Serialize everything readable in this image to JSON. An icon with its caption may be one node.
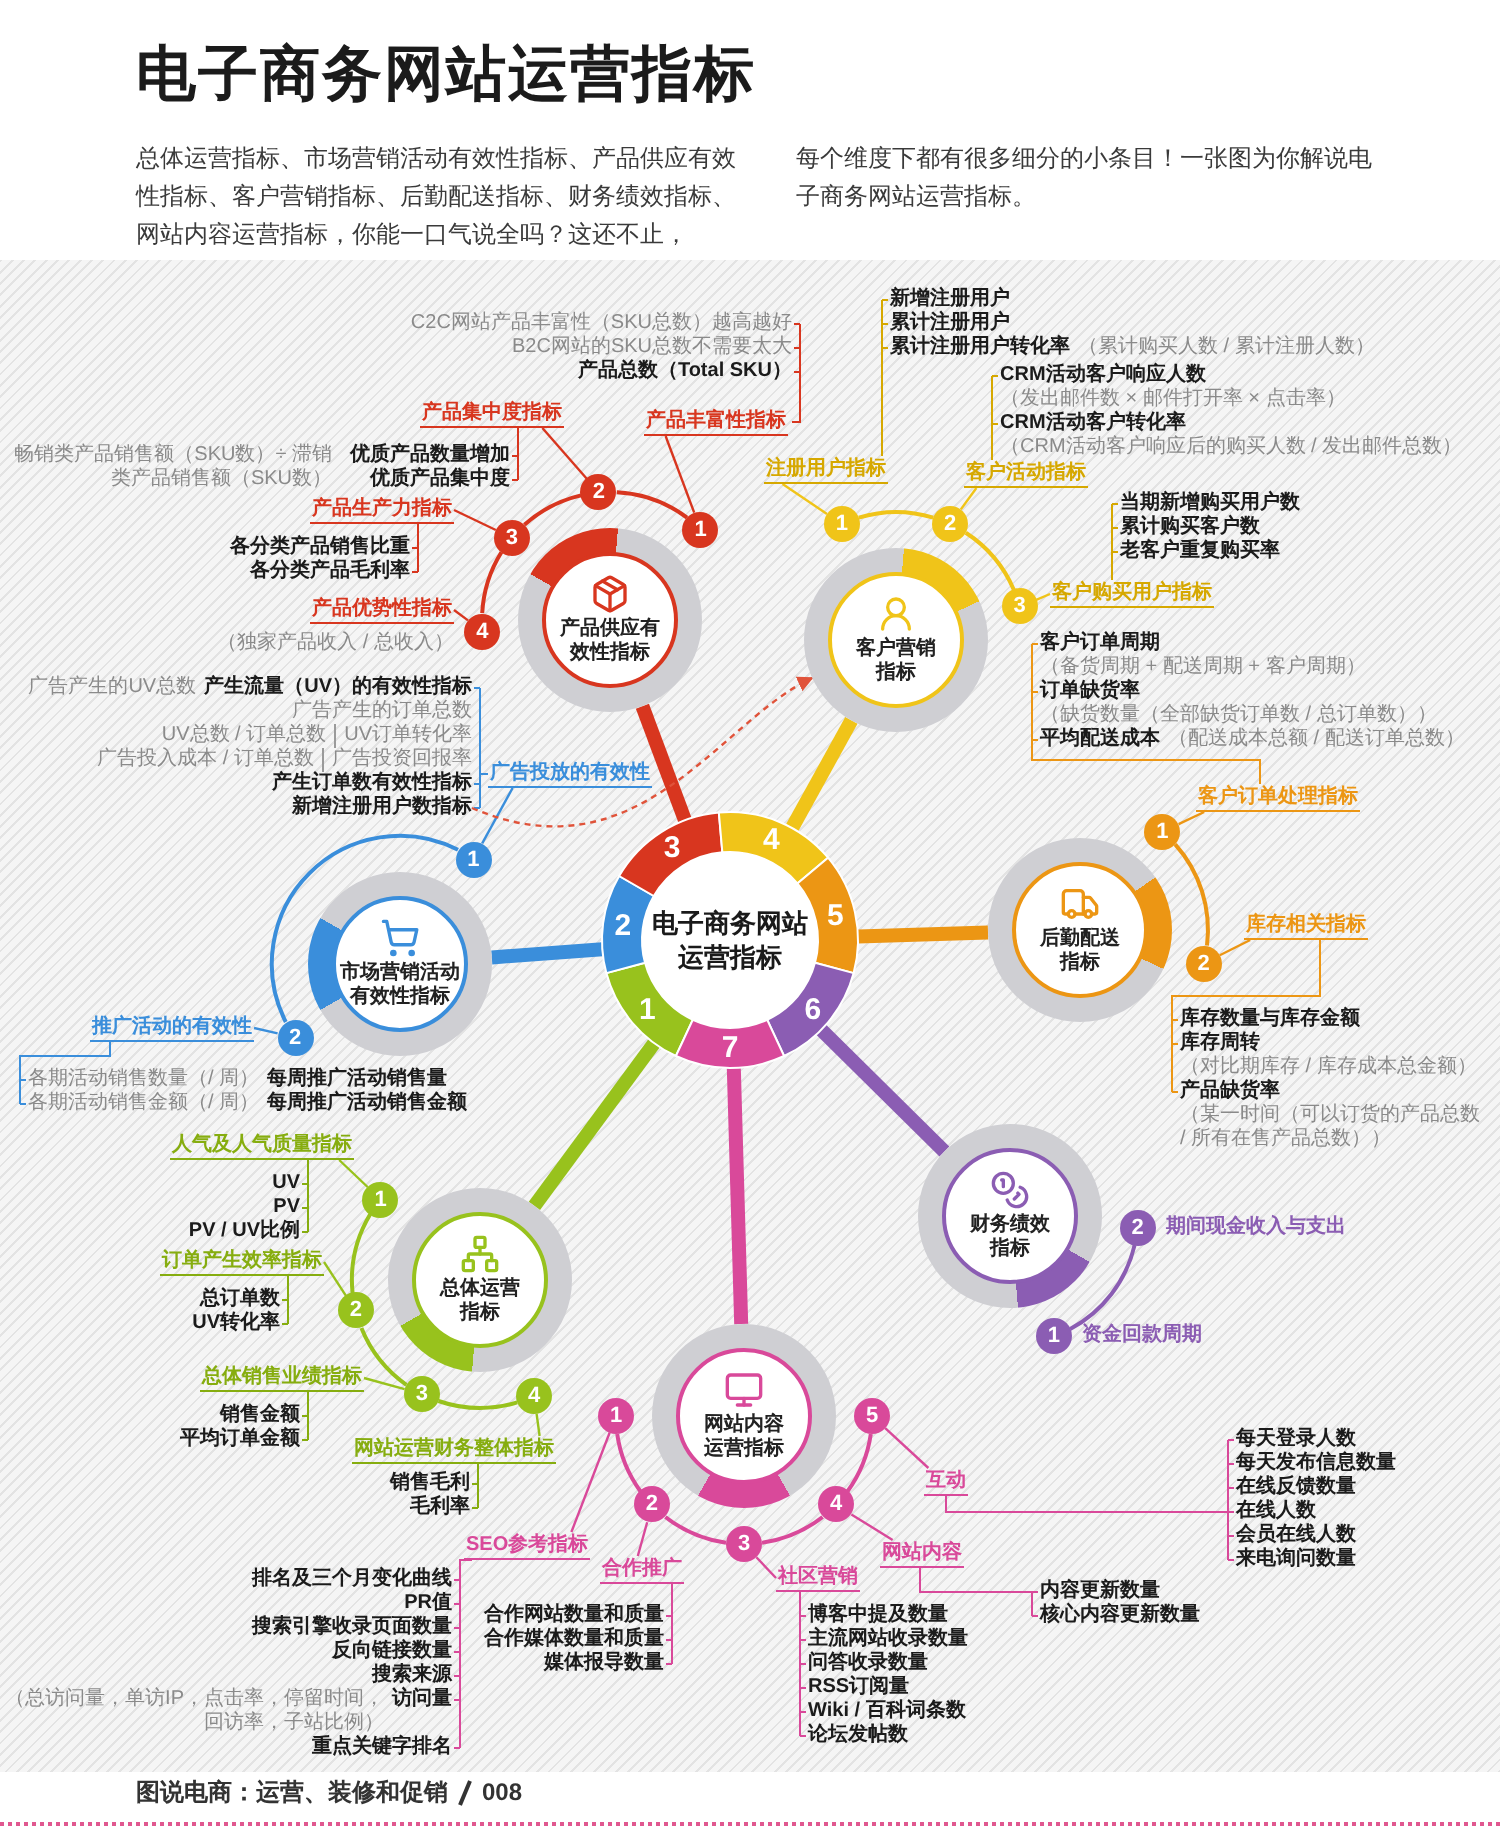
{
  "diagram": {
    "title": "电子商务网站运营指标",
    "nodes": [
      {
        "text": [
          "电子商务网站运营指标"
        ]
      },
      {
        "text": [
          "1"
        ]
      },
      {
        "text": [
          "2"
        ]
      },
      {
        "text": [
          "3"
        ]
      },
      {
        "text": [
          "4"
        ]
      },
      {
        "text": [
          "5"
        ]
      },
      {
        "text": [
          "6"
        ]
      },
      {
        "text": [
          "7"
        ]
      },
      {
        "text": [
          "产品供应有效性指标"
        ]
      },
      {
        "text": [
          "客户营销指标"
        ]
      },
      {
        "text": [
          "市场营销活动有效性指标"
        ]
      },
      {
        "text": [
          "后勤配送指标"
        ]
      },
      {
        "text": [
          "财务绩效指标"
        ]
      },
      {
        "text": [
          "总体运营指标"
        ]
      },
      {
        "text": [
          "网站内容运营指标"
        ]
      },
      {
        "text": [
          "1"
        ]
      },
      {
        "text": [
          "产品丰富性指标"
        ]
      },
      {
        "text": [
          "2"
        ]
      },
      {
        "text": [
          "产品集中度指标"
        ]
      },
      {
        "text": [
          "3"
        ]
      },
      {
        "text": [
          "产品生产力指标"
        ]
      },
      {
        "text": [
          "4"
        ]
      },
      {
        "text": [
          "产品优势性指标"
        ]
      },
      {
        "text": [
          "1"
        ]
      },
      {
        "text": [
          "注册用户指标"
        ]
      },
      {
        "text": [
          "2"
        ]
      },
      {
        "text": [
          "客户活动指标"
        ]
      },
      {
        "text": [
          "3"
        ]
      },
      {
        "text": [
          "客户购买用户指标"
        ]
      },
      {
        "text": [
          "1"
        ]
      },
      {
        "text": [
          "广告投放的有效性"
        ]
      },
      {
        "text": [
          "2"
        ]
      },
      {
        "text": [
          "推广活动的有效性"
        ]
      },
      {
        "text": [
          "1"
        ]
      },
      {
        "text": [
          "客户订单处理指标"
        ]
      },
      {
        "text": [
          "2"
        ]
      },
      {
        "text": [
          "库存相关指标"
        ]
      },
      {
        "text": [
          "2"
        ],
        "beside": [
          "期间现金收入与支出"
        ]
      },
      {
        "text": [
          "1"
        ],
        "beside": [
          "资金回款周期"
        ]
      },
      {
        "text": [
          "1"
        ]
      },
      {
        "text": [
          "人气及人气质量指标"
        ]
      },
      {
        "text": [
          "2"
        ]
      },
      {
        "text": [
          "订单产生效率指标"
        ]
      },
      {
        "text": [
          "3"
        ]
      },
      {
        "text": [
          "总体销售业绩指标"
        ]
      },
      {
        "text": [
          "4"
        ]
      },
      {
        "text": [
          "网站运营财务整体指标"
        ]
      },
      {
        "text": [
          "1"
        ]
      },
      {
        "text": [
          "SEO参考指标"
        ]
      },
      {
        "text": [
          "2"
        ]
      },
      {
        "text": [
          "合作推广"
        ]
      },
      {
        "text": [
          "3"
        ]
      },
      {
        "text": [
          "社区营销"
        ]
      },
      {
        "text": [
          "4"
        ]
      },
      {
        "text": [
          "网站内容"
        ]
      },
      {
        "text": [
          "5"
        ]
      },
      {
        "text": [
          "互动"
        ]
      },
      {
        "text": [
          "新增注册用户数指标"
        ]
      }
    ],
    "edges": [
      {
        "from": 3,
        "to": 8,
        "arrow": "none",
        "style": "thick",
        "color": "#d8361f"
      },
      {
        "from": 4,
        "to": 9,
        "arrow": "none",
        "style": "thick",
        "color": "#f0c419"
      },
      {
        "from": 2,
        "to": 10,
        "arrow": "none",
        "style": "thick",
        "color": "#3a8edb"
      },
      {
        "from": 5,
        "to": 11,
        "arrow": "none",
        "style": "thick",
        "color": "#ec9614"
      },
      {
        "from": 6,
        "to": 12,
        "arrow": "none",
        "style": "thick",
        "color": "#8b5db3"
      },
      {
        "from": 1,
        "to": 13,
        "arrow": "none",
        "style": "thick",
        "color": "#98c21d"
      },
      {
        "from": 7,
        "to": 14,
        "arrow": "none",
        "style": "thick",
        "color": "#d9499a"
      },
      {
        "from": 15,
        "to": 17,
        "arrow": "none",
        "color": "#d8361f"
      },
      {
        "from": 17,
        "to": 19,
        "arrow": "none",
        "color": "#d8361f"
      },
      {
        "from": 19,
        "to": 21,
        "arrow": "none",
        "color": "#d8361f"
      },
      {
        "from": 23,
        "to": 25,
        "arrow": "none",
        "color": "#f0c419"
      },
      {
        "from": 25,
        "to": 27,
        "arrow": "none",
        "color": "#f0c419"
      },
      {
        "from": 29,
        "to": 31,
        "arrow": "none",
        "color": "#3a8edb"
      },
      {
        "from": 33,
        "to": 35,
        "arrow": "none",
        "color": "#ec9614"
      },
      {
        "from": 37,
        "to": 38,
        "arrow": "none",
        "color": "#8b5db3"
      },
      {
        "from": 39,
        "to": 41,
        "arrow": "none",
        "color": "#98c21d"
      },
      {
        "from": 41,
        "to": 43,
        "arrow": "none",
        "color": "#98c21d"
      },
      {
        "from": 43,
        "to": 45,
        "arrow": "none",
        "color": "#98c21d"
      },
      {
        "from": 47,
        "to": 49,
        "arrow": "none",
        "color": "#d9499a"
      },
      {
        "from": 49,
        "to": 51,
        "arrow": "none",
        "color": "#d9499a"
      },
      {
        "from": 51,
        "to": 53,
        "arrow": "none",
        "color": "#d9499a"
      },
      {
        "from": 53,
        "to": 55,
        "arrow": "none",
        "color": "#d9499a"
      },
      {
        "from": 15,
        "to": 16,
        "arrow": "none",
        "color": "#d8361f"
      },
      {
        "from": 17,
        "to": 18,
        "arrow": "none",
        "color": "#d8361f"
      },
      {
        "from": 19,
        "to": 20,
        "arrow": "none",
        "color": "#d8361f"
      },
      {
        "from": 21,
        "to": 22,
        "arrow": "none",
        "color": "#d8361f"
      },
      {
        "from": 23,
        "to": 24,
        "arrow": "none",
        "color": "#f0c419"
      },
      {
        "from": 25,
        "to": 26,
        "arrow": "none",
        "color": "#f0c419"
      },
      {
        "from": 27,
        "to": 28,
        "arrow": "none",
        "color": "#f0c419"
      },
      {
        "from": 29,
        "to": 30,
        "arrow": "none",
        "color": "#3a8edb"
      },
      {
        "from": 31,
        "to": 32,
        "arrow": "none",
        "color": "#3a8edb"
      },
      {
        "from": 33,
        "to": 34,
        "arrow": "none",
        "color": "#ec9614"
      },
      {
        "from": 35,
        "to": 36,
        "arrow": "none",
        "color": "#ec9614"
      },
      {
        "from": 39,
        "to": 40,
        "arrow": "none",
        "color": "#98c21d"
      },
      {
        "from": 41,
        "to": 42,
        "arrow": "none",
        "color": "#98c21d"
      },
      {
        "from": 43,
        "to": 44,
        "arrow": "none",
        "color": "#98c21d"
      },
      {
        "from": 45,
        "to": 46,
        "arrow": "none",
        "color": "#98c21d"
      },
      {
        "from": 47,
        "to": 48,
        "arrow": "none",
        "color": "#d9499a"
      },
      {
        "from": 49,
        "to": 50,
        "arrow": "none",
        "color": "#d9499a"
      },
      {
        "from": 51,
        "to": 52,
        "arrow": "none",
        "color": "#d9499a"
      },
      {
        "from": 53,
        "to": 54,
        "arrow": "none",
        "color": "#d9499a"
      },
      {
        "from": 55,
        "to": 56,
        "arrow": "none",
        "color": "#d9499a"
      },
      {
        "from": 57,
        "to": 9,
        "arrow": "to",
        "style": "dashed",
        "color": "#e0533a"
      }
    ],
    "labels": [
      "总体运营指标、市场营销活动有效性指标、产品供应有效性指标、客户营销指标、后勤配送指标、财务绩效指标、网站内容运营指标，你能一口气说全吗？这还不止，",
      "每个维度下都有很多细分的小条目！一张图为你解说电子商务网站运营指标。",
      "C2C网站产品丰富性（SKU总数）越高越好",
      "B2C网站的SKU总数不需要太大",
      "产品总数（Total SKU）",
      "新增注册用户",
      "累计注册用户",
      "累计注册用户转化率",
      "（累计购买人数 / 累计注册人数）",
      "CRM活动客户响应人数",
      "（发出邮件数 × 邮件打开率 × 点击率）",
      "CRM活动客户转化率",
      "（CRM活动客户响应后的购买人数 / 发出邮件总数）",
      "畅销类产品销售额（SKU数）÷ 滞销类产品销售额（SKU数）",
      "优质产品数量增加",
      "优质产品集中度",
      "各分类产品销售比重",
      "各分类产品毛利率",
      "当期新增购买用户数",
      "累计购买客户数",
      "老客户重复购买率",
      "（独家产品收入 / 总收入）",
      "客户订单周期",
      "（备货周期 + 配送周期 + 客户周期）",
      "订单缺货率",
      "（缺货数量（全部缺货订单数 / 总订单数））",
      "平均配送成本",
      "（配送成本总额 / 配送订单总数）",
      "广告产生的UV总数",
      "产生流量（UV）的有效性指标",
      "广告产生的订单总数",
      "UV总数 / 订单总数",
      "UV订单转化率",
      "广告投入成本 / 订单总数",
      "广告投资回报率",
      "产生订单数有效性指标",
      "各期活动销售数量（/ 周）",
      "每周推广活动销售量",
      "各期活动销售金额（/ 周）",
      "每周推广活动销售金额",
      "库存数量与库存金额",
      "库存周转",
      "（对比期库存 / 库存成本总金额）",
      "产品缺货率",
      "（某一时间（可以订货的产品总数 / 所有在售产品总数））",
      "UV",
      "PV",
      "PV / UV比例",
      "总订单数",
      "UV转化率",
      "销售金额",
      "平均订单金额",
      "每天登录人数",
      "每天发布信息数量",
      "在线反馈数量",
      "在线人数",
      "会员在线人数",
      "来电询问数量",
      "销售毛利",
      "毛利率",
      "内容更新数量",
      "核心内容更新数量",
      "排名及三个月变化曲线",
      "PR值",
      "搜索引擎收录页面数量",
      "反向链接数量",
      "搜索来源",
      "（总访问量，单访IP，点击率，停留时间，回访率，子站比例）",
      "访问量",
      "重点关键字排名",
      "合作网站数量和质量",
      "合作媒体数量和质量",
      "媒体报导数量",
      "博客中提及数量",
      "主流网站收录数量",
      "问答收录数量",
      "RSS订阅量",
      "Wiki / 百科词条数",
      "论坛发帖数",
      "图说电商：运营、装修和促销",
      "008"
    ]
  }
}
